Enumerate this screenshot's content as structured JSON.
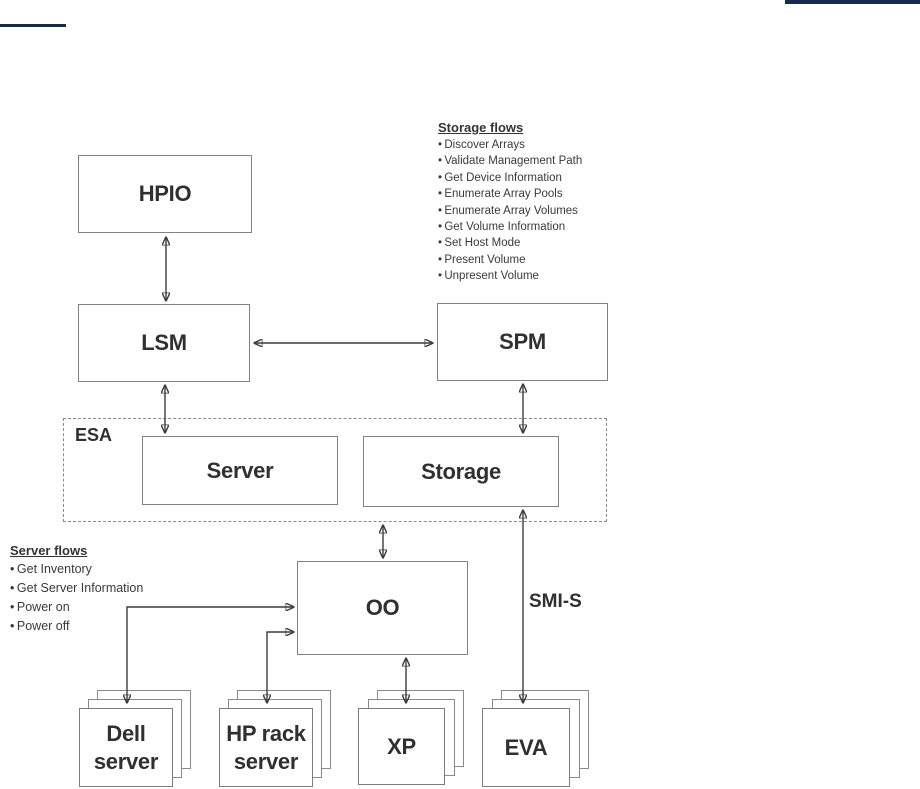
{
  "theme": {
    "accent_navy": "#132c4e",
    "box_border_gray": "#818181",
    "arrow_color": "#3c3c3c"
  },
  "nodes": {
    "hpio": "HPIO",
    "lsm": "LSM",
    "spm": "SPM",
    "esa": "ESA",
    "server": "Server",
    "storage": "Storage",
    "oo": "OO",
    "dell": "Dell\nserver",
    "hp_rack": "HP rack\nserver",
    "xp": "XP",
    "eva": "EVA"
  },
  "edge_labels": {
    "smis": "SMI-S"
  },
  "storage_flows": {
    "title": "Storage flows",
    "items": [
      "Discover Arrays",
      "Validate Management Path",
      "Get Device Information",
      "Enumerate Array Pools",
      "Enumerate Array Volumes",
      "Get Volume Information",
      "Set Host Mode",
      "Present Volume",
      "Unpresent Volume"
    ]
  },
  "server_flows": {
    "title": "Server flows",
    "items": [
      "Get Inventory",
      "Get Server Information",
      "Power on",
      "Power off"
    ]
  }
}
